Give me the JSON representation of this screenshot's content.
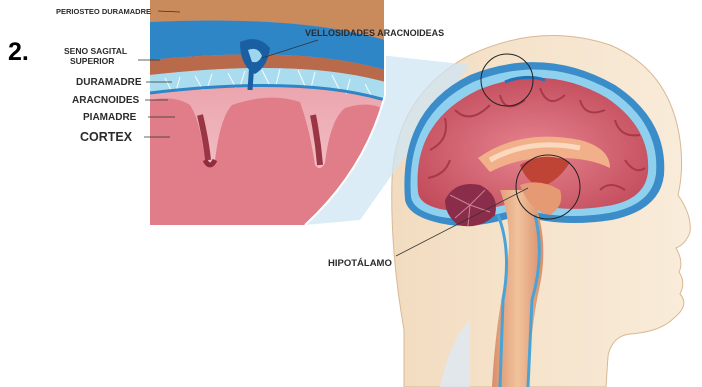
{
  "figure": {
    "step_number": "2.",
    "inset_labels": {
      "periosteo": "PERIOSTEO DURAMADRE",
      "seno_line1": "SENO SAGITAL",
      "seno_line2": "SUPERIOR",
      "duramadre": "DURAMADRE",
      "aracnoides": "ARACNOIDES",
      "piamadre": "PIAMADRE",
      "cortex": "CORTEX",
      "vellosidades": "VELLOSIDADES ARACNOIDEAS"
    },
    "brain_labels": {
      "hipotalamo": "HIPOTÁLAMO"
    }
  },
  "colors": {
    "skin": "#f7e6cf",
    "skin_dark": "#edd1ad",
    "dura_blue": "#1f73b8",
    "csf_blue": "#7fc8ea",
    "cortex_red": "#d9737f",
    "cortex_dark": "#b8404f",
    "bone": "#c98a5c"
  }
}
